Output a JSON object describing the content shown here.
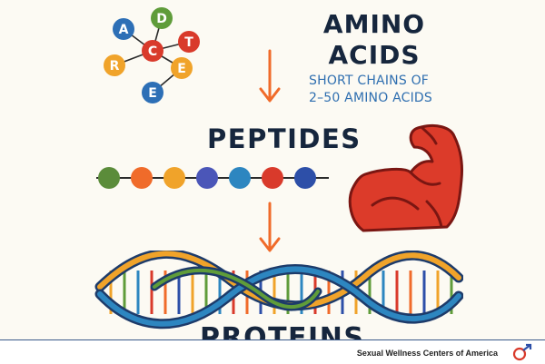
{
  "amino_acids": {
    "title_lines": [
      "AMINO",
      "ACIDS"
    ],
    "subtitle_lines": [
      "SHORT CHAINS OF",
      "2–50 AMINO ACIDS"
    ],
    "nodes": [
      {
        "letter": "A",
        "color": "#2d6fb6"
      },
      {
        "letter": "D",
        "color": "#5f9c3a"
      },
      {
        "letter": "C",
        "color": "#d93a2b"
      },
      {
        "letter": "T",
        "color": "#d93a2b"
      },
      {
        "letter": "R",
        "color": "#f0a32a"
      },
      {
        "letter": "E",
        "color": "#f0a32a"
      },
      {
        "letter": "E",
        "color": "#2d6fb6"
      }
    ]
  },
  "peptides": {
    "title": "PEPTIDES",
    "beads": [
      "#5b8c3a",
      "#f06b2a",
      "#f0a32a",
      "#4b56b8",
      "#2d86c0",
      "#d93a2b",
      "#2d4fa8"
    ]
  },
  "proteins": {
    "title": "PROTEINS"
  },
  "footer": {
    "brand": "Sexual Wellness Centers of America"
  },
  "colors": {
    "arrow": "#f06b2a",
    "heading": "#16263d",
    "subtitle": "#2f6fb0",
    "muscle": "#d93a2b"
  }
}
